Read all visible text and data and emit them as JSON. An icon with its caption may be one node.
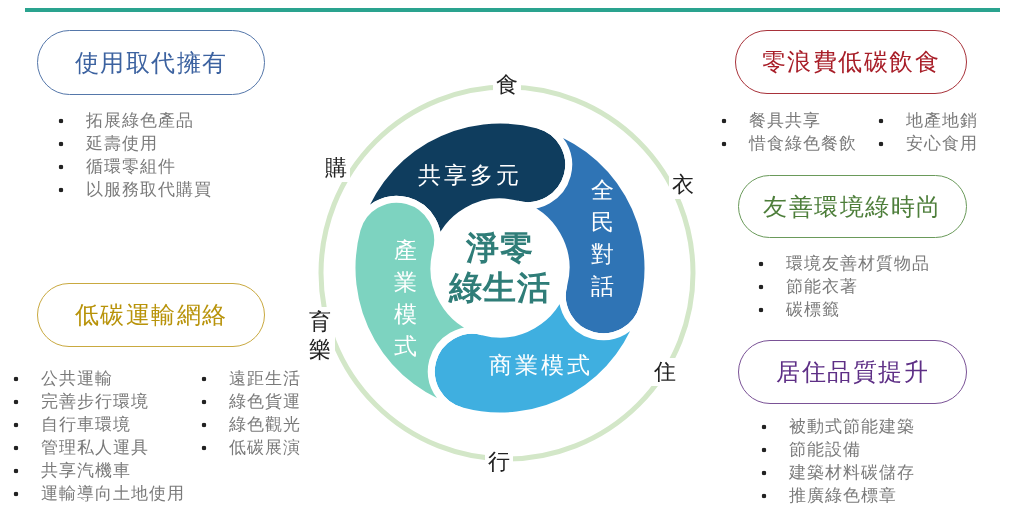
{
  "diagram": {
    "nodes": [
      {
        "text": [
          "使用取代擁有"
        ],
        "beside": [
          "拓展綠色產品",
          "延壽使用",
          "循環零組件",
          "以服務取代購買"
        ]
      },
      {
        "text": [
          "低碳運輸網絡"
        ],
        "beside": [
          "公共運輸",
          "完善步行環境",
          "自行車環境",
          "管理私人運具",
          "共享汽機車",
          "運輸導向土地使用",
          "遠距生活",
          "綠色貨運",
          "綠色觀光",
          "低碳展演"
        ]
      },
      {
        "text": [
          "共享多元"
        ]
      },
      {
        "text": [
          "全民對話"
        ]
      },
      {
        "text": [
          "淨零綠生活"
        ]
      },
      {
        "text": [
          "產業模式"
        ]
      },
      {
        "text": [
          "商業模式"
        ]
      },
      {
        "text": [
          "零浪費低碳飲食"
        ],
        "beside": [
          "餐具共享",
          "惜食綠色餐飲",
          "地產地銷",
          "安心食用"
        ]
      },
      {
        "text": [
          "友善環境綠時尚"
        ],
        "beside": [
          "環境友善材質物品",
          "節能衣著",
          "碳標籤"
        ]
      },
      {
        "text": [
          "居住品質提升"
        ],
        "beside": [
          "被動式節能建築",
          "節能設備",
          "建築材料碳儲存",
          "推廣綠色標章"
        ]
      }
    ],
    "labels": [
      "食",
      "購",
      "衣",
      "育樂",
      "住",
      "行"
    ]
  }
}
